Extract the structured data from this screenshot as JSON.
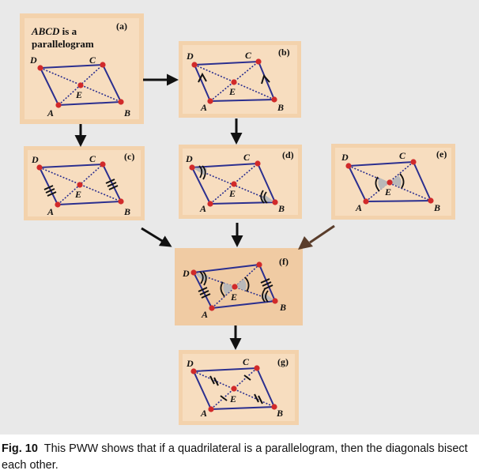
{
  "caption": {
    "figure_number": "Fig. 10",
    "text": "This PWW shows that if a quadrilateral is a parallelogram, then the diagonals bisect each other."
  },
  "panel_a": {
    "heading_italic": "ABCD",
    "heading_rest": " is a",
    "heading_line2": "parallelogram"
  },
  "panel_tags": {
    "a": "(a)",
    "b": "(b)",
    "c": "(c)",
    "d": "(d)",
    "e": "(e)",
    "f": "(f)",
    "g": "(g)"
  },
  "vertex_labels": {
    "A": "A",
    "B": "B",
    "C": "C",
    "D": "D",
    "E": "E"
  },
  "colors": {
    "panel_fill": "#f3d2ac",
    "panel_inner": "#f7ddbf",
    "panel_f_fill": "#f0cba3",
    "side": "#2b2f8f",
    "diagonal": "#2b2f8f",
    "vertex": "#d12a2a",
    "arrow": "#111111",
    "arrow_pointer": "#5a3d2b",
    "angle_fill": "#b9b9b9",
    "background": "#e9e9e9"
  }
}
